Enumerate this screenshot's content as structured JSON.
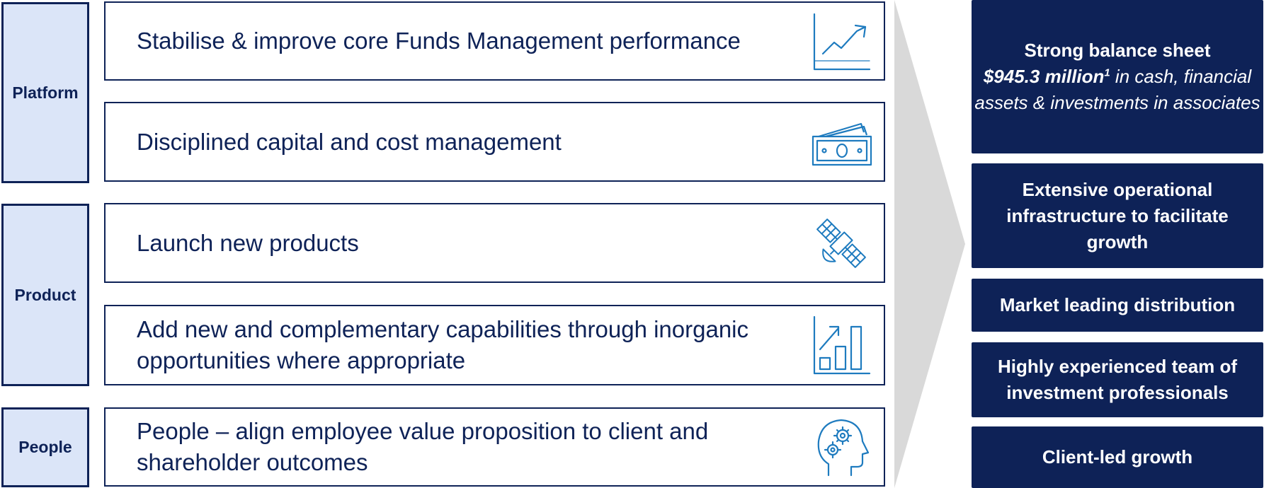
{
  "categories": [
    {
      "label": "Platform"
    },
    {
      "label": "Product"
    },
    {
      "label": "People"
    }
  ],
  "items": [
    {
      "text": "Stabilise & improve core Funds Management performance",
      "icon": "trend-chart-icon"
    },
    {
      "text": "Disciplined capital and cost management",
      "icon": "cash-icon"
    },
    {
      "text": "Launch new products",
      "icon": "satellite-icon"
    },
    {
      "text": "Add new and complementary capabilities through inorganic opportunities where appropriate",
      "icon": "growth-bars-icon"
    },
    {
      "text": "People – align employee value proposition to client and shareholder outcomes",
      "icon": "head-gears-icon"
    }
  ],
  "strengths": {
    "balance_sheet": {
      "title": "Strong balance sheet",
      "amount": "$945.3 million",
      "footnote": "1",
      "detail": " in cash, financial assets & investments in associates"
    },
    "infrastructure": "Extensive operational infrastructure to facilitate growth",
    "distribution": "Market leading distribution",
    "team": "Highly experienced team of investment professionals",
    "client": "Client-led growth"
  },
  "colors": {
    "navy": "#0e2257",
    "category_fill": "#dbe5f8",
    "icon_blue": "#1e7bbf",
    "arrow_gray": "#d9d9d9"
  }
}
